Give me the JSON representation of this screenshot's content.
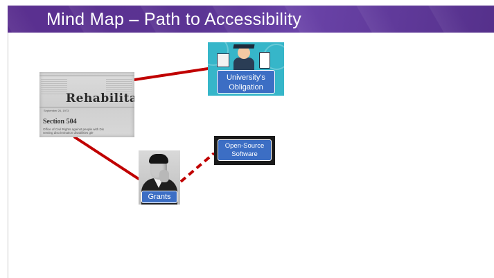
{
  "slide": {
    "title": "Mind Map – Path to Accessibility"
  },
  "nodes": {
    "newspaper": {
      "headline": "Rehabilitati",
      "small_print": "September 26, 1973",
      "section": "Section 504",
      "body_line1": "Office of Civil Rights  against  people  with  Dis",
      "body_line2": "senting  discrimination  disabilities          gle"
    },
    "university": {
      "label_line1": "University's",
      "label_line2": "Obligation"
    },
    "open_source": {
      "label_line1": "Open-Source",
      "label_line2": "Software"
    },
    "grants": {
      "label": "Grants"
    }
  },
  "connectors": [
    {
      "from": "newspaper",
      "to": "university",
      "style": "solid"
    },
    {
      "from": "newspaper",
      "to": "grants",
      "style": "solid"
    },
    {
      "from": "grants",
      "to": "open_source",
      "style": "dashed"
    }
  ],
  "colors": {
    "title_bar": "#5b3594",
    "connector": "#c00000",
    "label_fill": "#3c6ec4",
    "university_bg": "#36b6c9"
  }
}
